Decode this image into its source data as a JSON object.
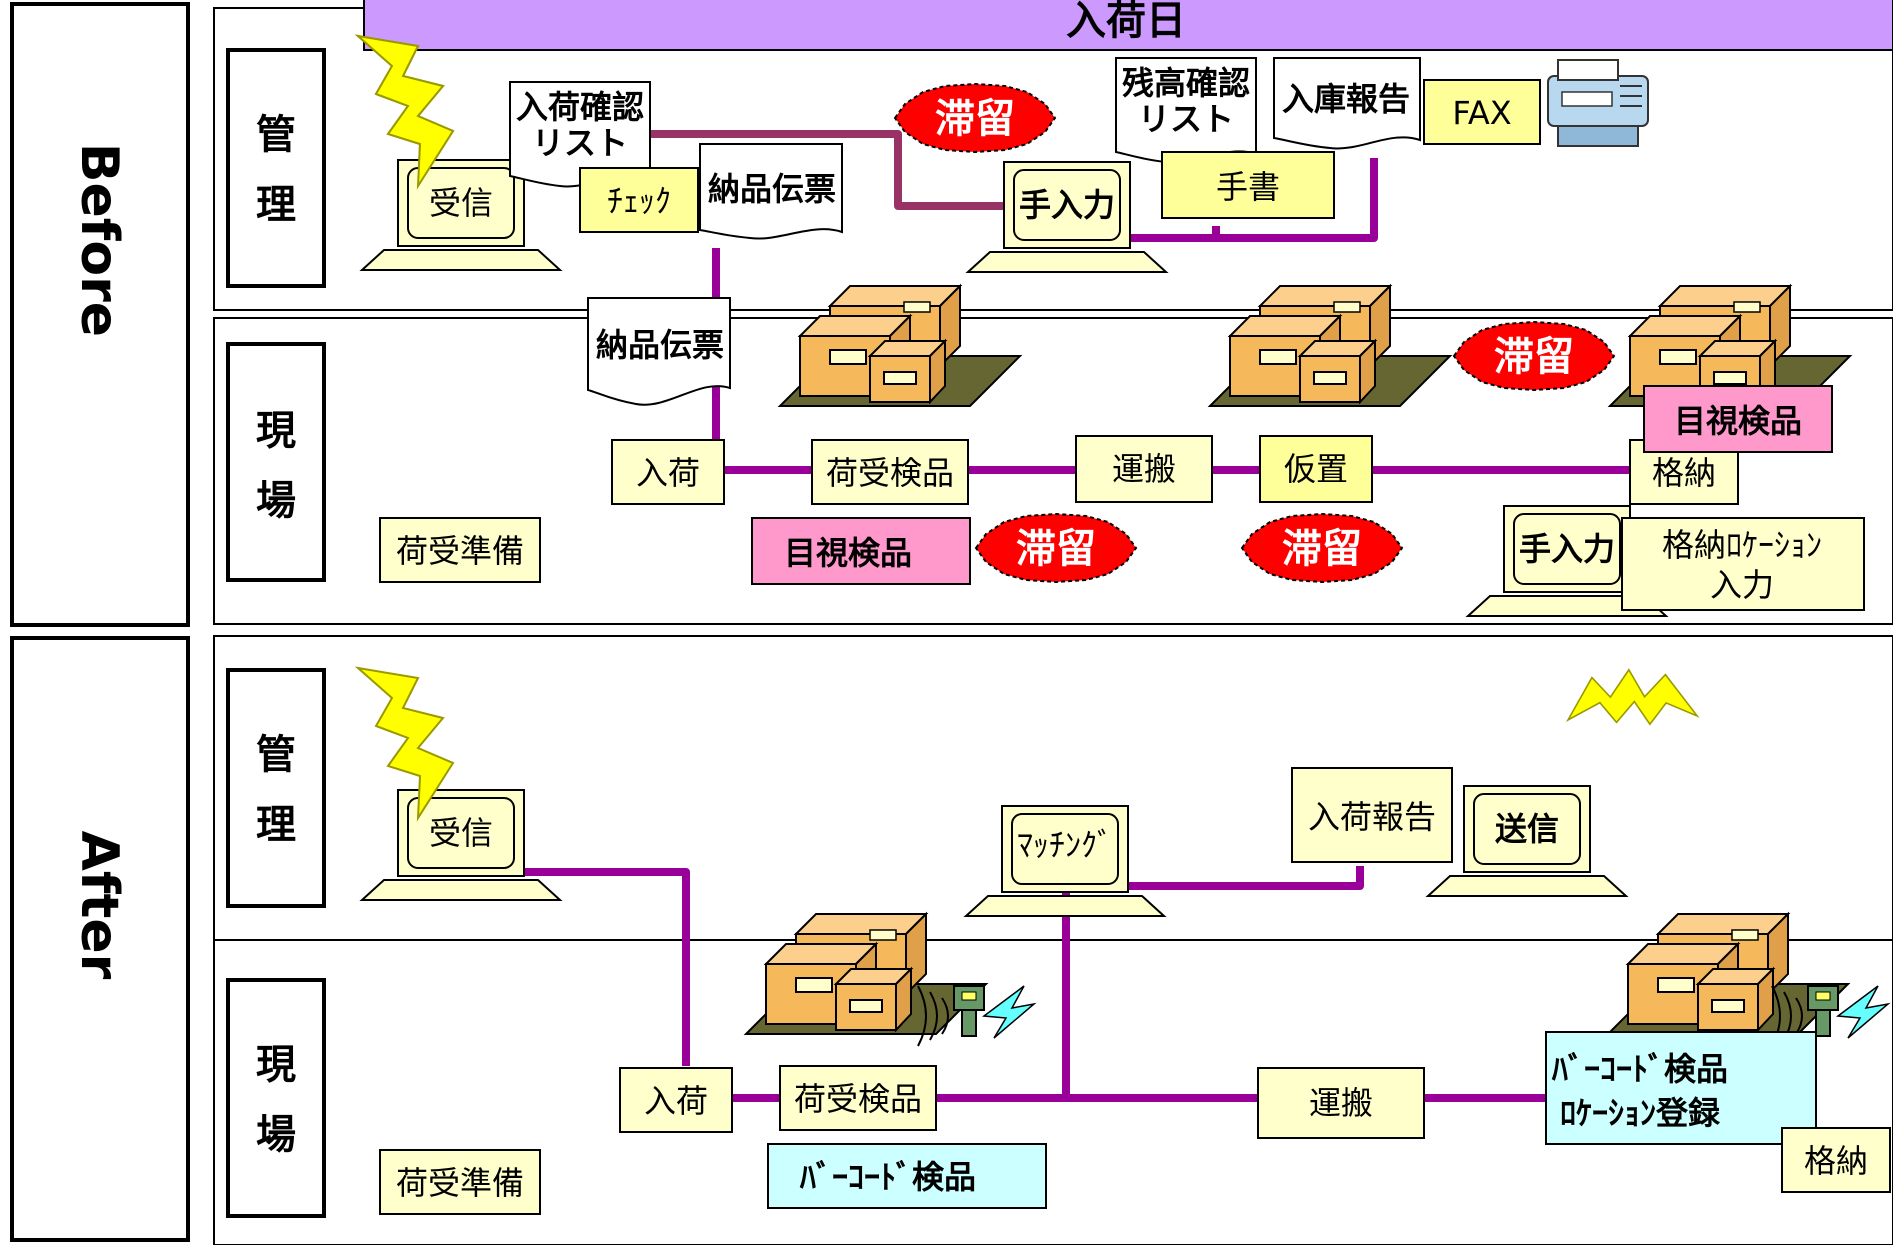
{
  "header": {
    "title": "入荷日"
  },
  "sections": {
    "before": "Before",
    "after": "After"
  },
  "rows": {
    "kanri": [
      "管",
      "理"
    ],
    "genba": [
      "現",
      "場"
    ]
  },
  "before": {
    "jushin": "受信",
    "nyuka_kakunin": [
      "入荷確認",
      "リスト"
    ],
    "check": "ﾁｪｯｸ",
    "nohin_denpyo_1": "納品伝票",
    "tairyu": "滞留",
    "te_nyuryoku": "手入力",
    "zandaka": [
      "残高確認",
      "リスト"
    ],
    "tegaki": "手書",
    "nyuko_hokoku": "入庫報告",
    "fax": "FAX",
    "nohin_denpyo_2": "納品伝票",
    "nyuka": "入荷",
    "niuke_kenpin": "荷受検品",
    "unpan": "運搬",
    "karioki": "仮置",
    "kakuno": "格納",
    "mokushi_kenpin": "目視検品",
    "niuke_junbi": "荷受準備",
    "kakuno_location": [
      "格納ﾛｹｰｼｮﾝ",
      "入力"
    ]
  },
  "after": {
    "jushin": "受信",
    "matching": "ﾏｯﾁﾝｸﾞ",
    "nyuka_hokoku": "入荷報告",
    "soshin": "送信",
    "nyuka": "入荷",
    "niuke_kenpin": "荷受検品",
    "unpan": "運搬",
    "barcode_location": [
      "ﾊﾞｰｺｰﾄﾞ検品",
      "ﾛｹｰｼｮﾝ登録"
    ],
    "kakuno": "格納",
    "barcode_kenpin": "ﾊﾞｰｺｰﾄﾞ検品",
    "niuke_junbi": "荷受準備"
  },
  "colors": {
    "header_bg": "#cc99ff",
    "flow_line": "#990099",
    "flow_line_dark": "#993366",
    "note_bg": "#ffff99",
    "pink_bg": "#ff99cc",
    "cyan_bg": "#ccffff",
    "hold_red": "#ff0000",
    "box_orange": "#f5b95c",
    "pallet": "#666633",
    "lightning": "#ffff00"
  }
}
